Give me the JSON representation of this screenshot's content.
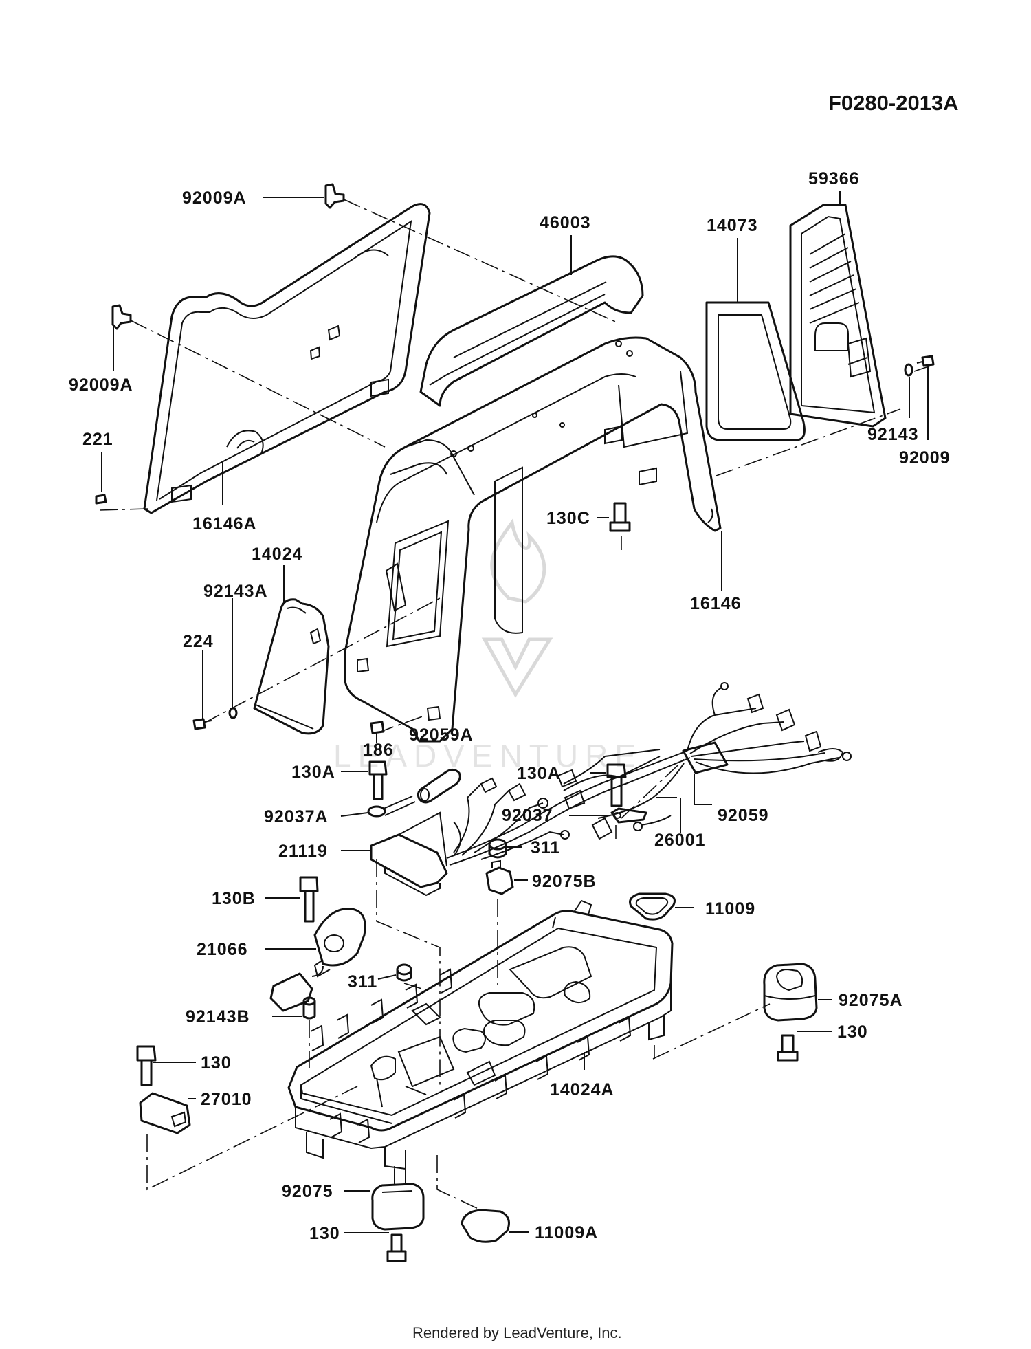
{
  "diagram_code": "F0280-2013A",
  "footer": "Rendered by LeadVenture, Inc.",
  "watermark": "LEADVENTURE",
  "callouts": [
    {
      "id": "92009A",
      "label": "92009A"
    },
    {
      "id": "92009A_b",
      "label": "92009A"
    },
    {
      "id": "221",
      "label": "221"
    },
    {
      "id": "16146A",
      "label": "16146A"
    },
    {
      "id": "46003",
      "label": "46003"
    },
    {
      "id": "14073",
      "label": "14073"
    },
    {
      "id": "59366",
      "label": "59366"
    },
    {
      "id": "92143",
      "label": "92143"
    },
    {
      "id": "92009",
      "label": "92009"
    },
    {
      "id": "130C",
      "label": "130C"
    },
    {
      "id": "16146",
      "label": "16146"
    },
    {
      "id": "14024",
      "label": "14024"
    },
    {
      "id": "92143A",
      "label": "92143A"
    },
    {
      "id": "224",
      "label": "224"
    },
    {
      "id": "186",
      "label": "186"
    },
    {
      "id": "130A",
      "label": "130A"
    },
    {
      "id": "92037",
      "label": "92037"
    },
    {
      "id": "92059A",
      "label": "92059A"
    },
    {
      "id": "130A_b",
      "label": "130A"
    },
    {
      "id": "92037A",
      "label": "92037A"
    },
    {
      "id": "21119",
      "label": "21119"
    },
    {
      "id": "311",
      "label": "311"
    },
    {
      "id": "92059",
      "label": "92059"
    },
    {
      "id": "26001",
      "label": "26001"
    },
    {
      "id": "92075B",
      "label": "92075B"
    },
    {
      "id": "11009",
      "label": "11009"
    },
    {
      "id": "130B",
      "label": "130B"
    },
    {
      "id": "21066",
      "label": "21066"
    },
    {
      "id": "311_b",
      "label": "311"
    },
    {
      "id": "92075A",
      "label": "92075A"
    },
    {
      "id": "130_a",
      "label": "130"
    },
    {
      "id": "92143B",
      "label": "92143B"
    },
    {
      "id": "130_b",
      "label": "130"
    },
    {
      "id": "14024A",
      "label": "14024A"
    },
    {
      "id": "27010",
      "label": "27010"
    },
    {
      "id": "92075",
      "label": "92075"
    },
    {
      "id": "130_c",
      "label": "130"
    },
    {
      "id": "11009A",
      "label": "11009A"
    }
  ]
}
